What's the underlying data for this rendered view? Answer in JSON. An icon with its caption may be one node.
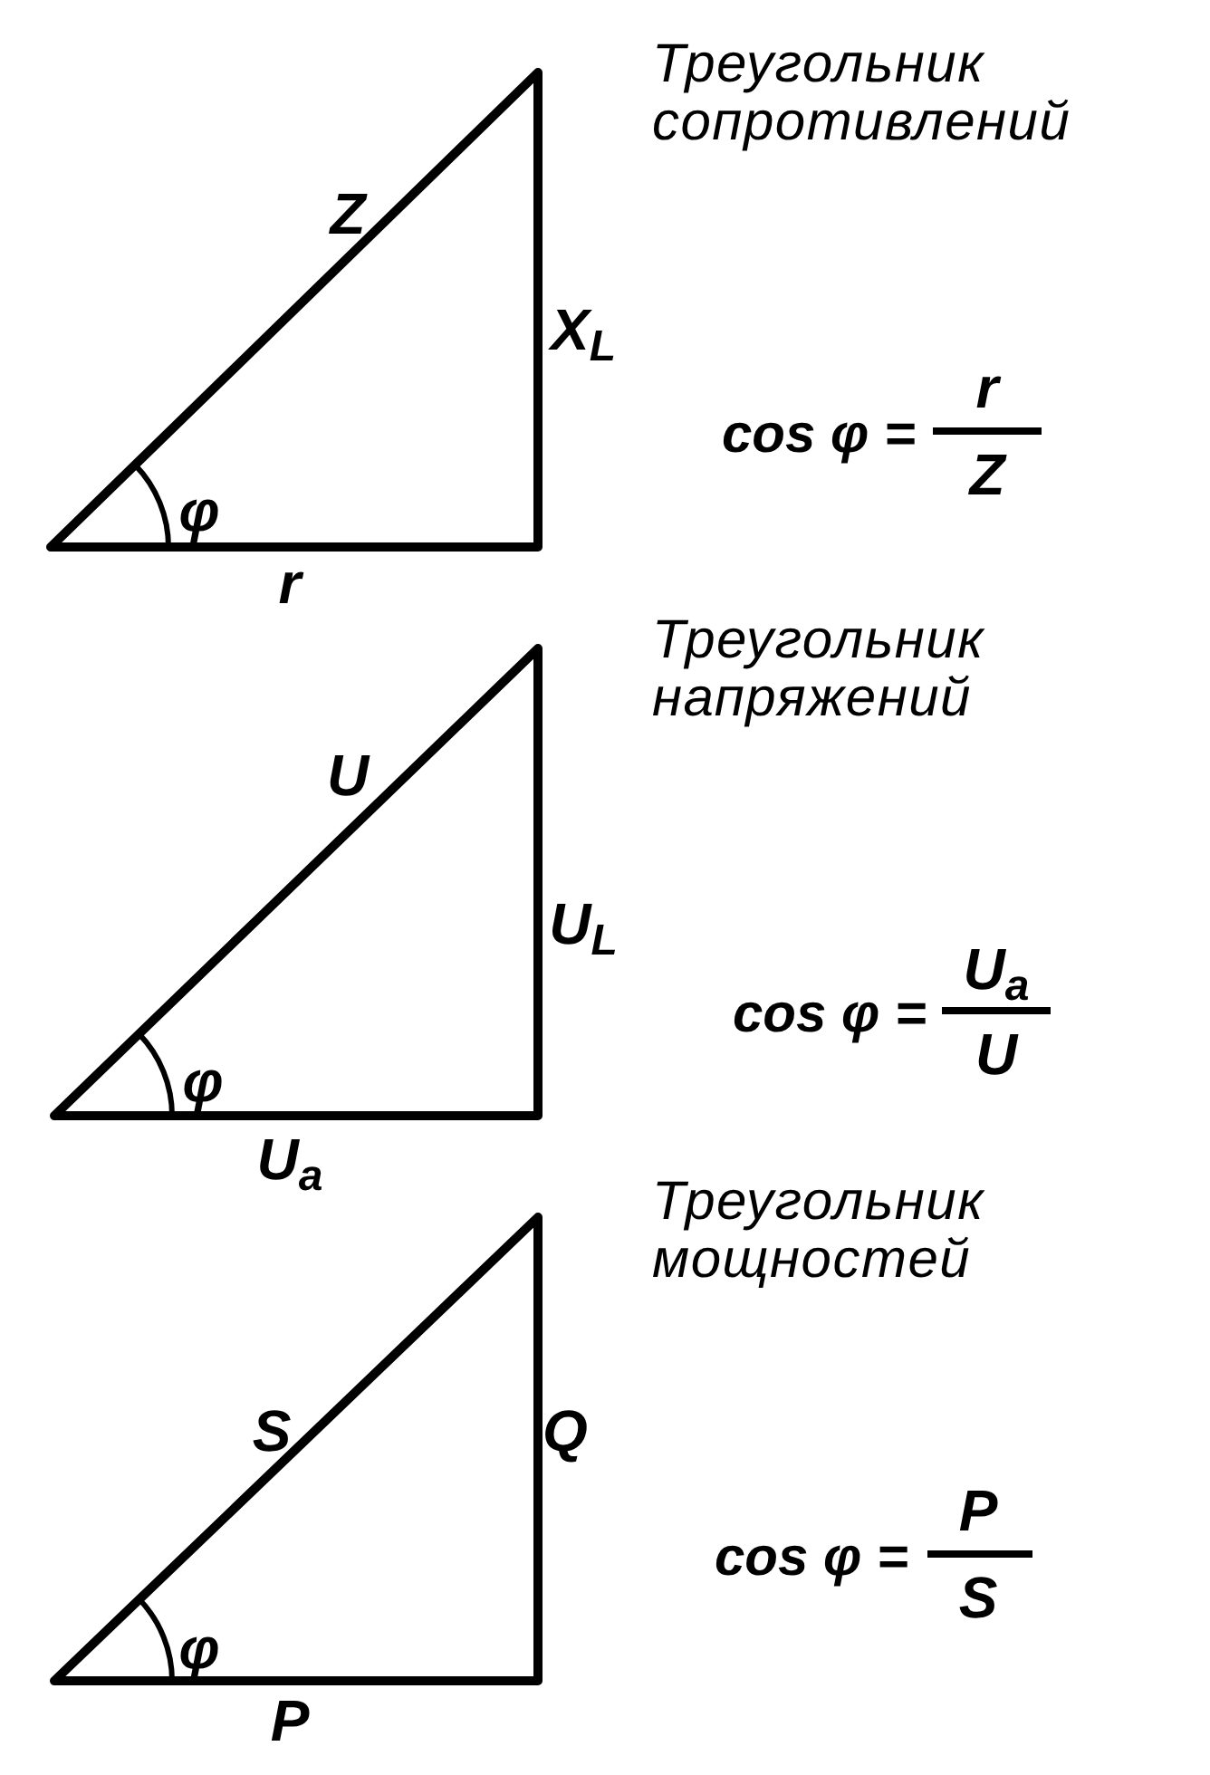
{
  "diagram": {
    "labels": [
      "Треугольник сопротивлений",
      "Z",
      "X$_{L}$",
      "cos φ =",
      "r",
      "Z",
      "φ",
      "r",
      "Треугольник напряжений",
      "U",
      "U$_{L}$",
      "cos φ =",
      "U$_{a}$",
      "U",
      "φ",
      "U$_{a}$",
      "Треугольник мощностей",
      "S",
      "Q",
      "cos φ =",
      "P",
      "S",
      "φ",
      "P"
    ]
  }
}
